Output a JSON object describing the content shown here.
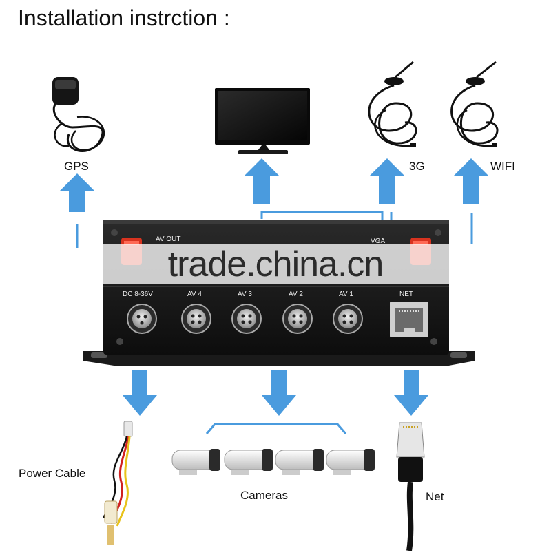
{
  "title": "Installation instrction :",
  "devices": {
    "gps": "GPS",
    "three_g": "3G",
    "wifi": "WIFI",
    "power": "Power Cable",
    "cameras": "Cameras",
    "net": "Net"
  },
  "dvr_ports": {
    "av_out": "AV OUT",
    "vga": "VGA",
    "dc": "DC 8-36V",
    "av4": "AV 4",
    "av3": "AV 3",
    "av2": "AV 2",
    "av1": "AV 1",
    "net": "NET"
  },
  "watermark": "trade.china.cn",
  "colors": {
    "arrow": "#4a9bde",
    "device_body": "#141414",
    "antenna_red": "#d8331f"
  }
}
